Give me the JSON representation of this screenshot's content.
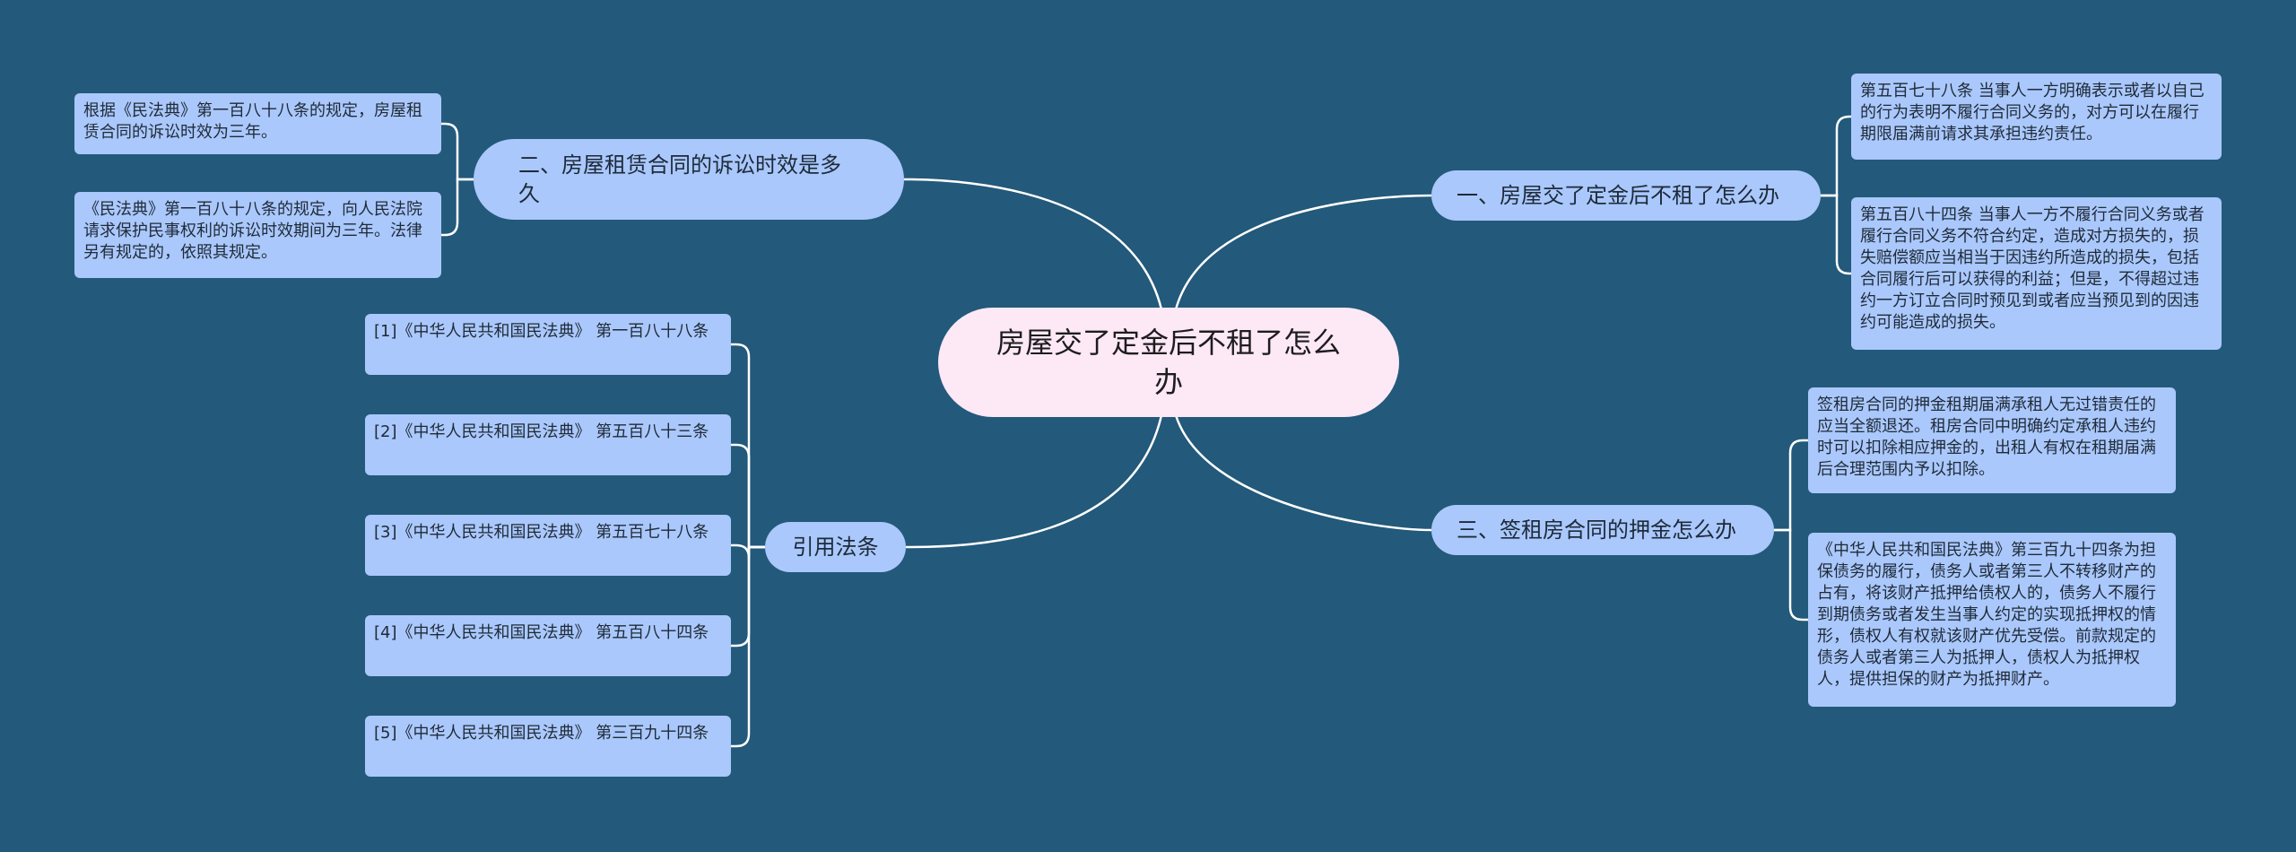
{
  "mindmap": {
    "root": {
      "label": "房屋交了定金后不租了怎么办"
    },
    "branches": [
      {
        "label": "一、房屋交了定金后不租了怎么办",
        "children": [
          "第五百七十八条 当事人一方明确表示或者以自己的行为表明不履行合同义务的，对方可以在履行期限届满前请求其承担违约责任。",
          "第五百八十四条 当事人一方不履行合同义务或者履行合同义务不符合约定，造成对方损失的，损失赔偿额应当相当于因违约所造成的损失，包括合同履行后可以获得的利益；但是，不得超过违约一方订立合同时预见到或者应当预见到的因违约可能造成的损失。"
        ]
      },
      {
        "label": "二、房屋租赁合同的诉讼时效是多久",
        "children": [
          "根据《民法典》第一百八十八条的规定，房屋租赁合同的诉讼时效为三年。",
          "《民法典》第一百八十八条的规定，向人民法院请求保护民事权利的诉讼时效期间为三年。法律另有规定的，依照其规定。"
        ]
      },
      {
        "label": "三、签租房合同的押金怎么办",
        "children": [
          "签租房合同的押金租期届满承租人无过错责任的应当全额退还。租房合同中明确约定承租人违约时可以扣除相应押金的，出租人有权在租期届满后合理范围内予以扣除。",
          "《中华人民共和国民法典》第三百九十四条为担保债务的履行，债务人或者第三人不转移财产的占有，将该财产抵押给债权人的，债务人不履行到期债务或者发生当事人约定的实现抵押权的情形，债权人有权就该财产优先受偿。前款规定的债务人或者第三人为抵押人，债权人为抵押权人，提供担保的财产为抵押财产。"
        ]
      },
      {
        "label": "引用法条",
        "children": [
          "[1]《中华人民共和国民法典》 第一百八十八条",
          "[2]《中华人民共和国民法典》 第五百八十三条",
          "[3]《中华人民共和国民法典》 第五百七十八条",
          "[4]《中华人民共和国民法典》 第五百八十四条",
          "[5]《中华人民共和国民法典》 第三百九十四条"
        ]
      }
    ]
  },
  "colors": {
    "background": "#23597a",
    "root_fill": "#fde8f6",
    "node_fill": "#aac8fb",
    "connector": "#ffffff"
  }
}
